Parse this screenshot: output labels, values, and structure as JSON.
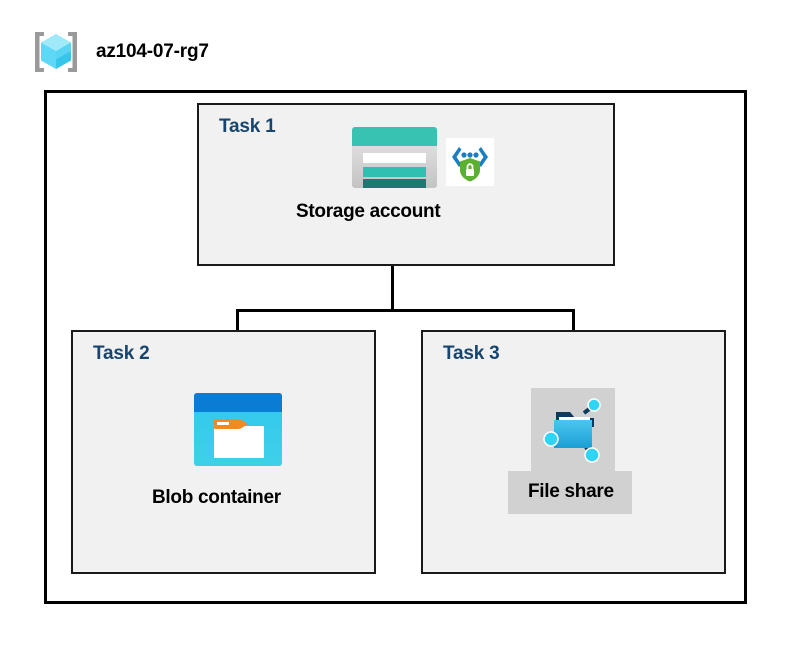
{
  "diagram": {
    "type": "azure-architecture-diagram",
    "resource_group": {
      "name": "az104-07-rg7",
      "icon": "resource-group-cube-icon"
    },
    "tasks": [
      {
        "id": "task1",
        "label": "Task 1",
        "node_label": "Storage account",
        "icons": [
          "storage-account-icon",
          "private-endpoint-icon"
        ]
      },
      {
        "id": "task2",
        "label": "Task 2",
        "node_label": "Blob container",
        "icons": [
          "blob-container-icon"
        ]
      },
      {
        "id": "task3",
        "label": "Task 3",
        "node_label": "File share",
        "icons": [
          "file-share-icon"
        ],
        "highlighted": true
      }
    ],
    "connectors": [
      {
        "from": "Storage account",
        "to": "Blob container"
      },
      {
        "from": "Storage account",
        "to": "File share"
      }
    ],
    "colors": {
      "task_label": "#17456e",
      "task_box_fill": "#f1f1f1",
      "task_box_border": "#1a1a1a",
      "outer_border": "#000000",
      "connector": "#000000",
      "highlight_fill": "#d1d1d1",
      "storage_teal": "#37c2b1",
      "storage_teal_dark": "#1d7874",
      "blob_blue": "#0b7cd4",
      "blob_cyan": "#31c6f0",
      "blob_orange": "#f08a22",
      "endpoint_green": "#5bb030",
      "endpoint_blue": "#1b7ec2",
      "fileshare_blue": "#2ab3e8",
      "cube_cyan": "#63e0fa"
    }
  }
}
